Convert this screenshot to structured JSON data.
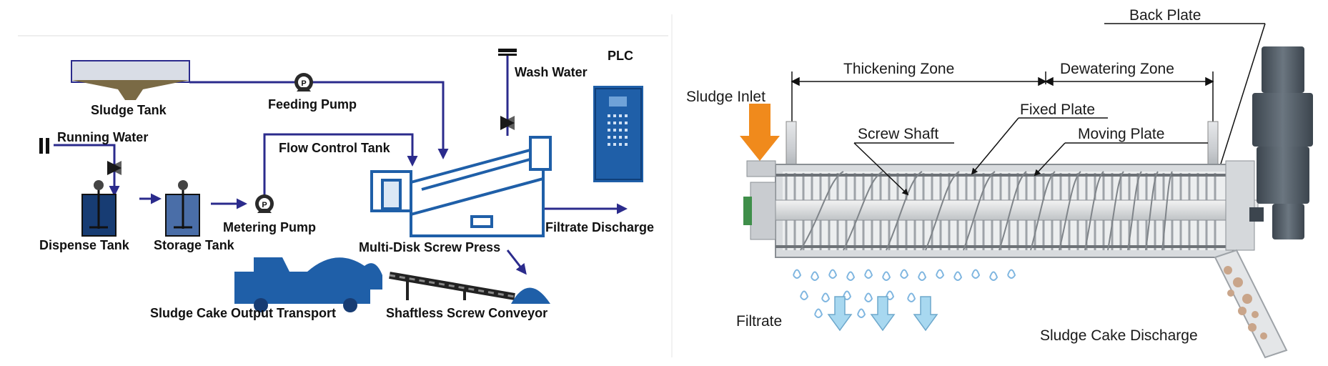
{
  "left_diagram": {
    "labels": {
      "sludge_tank": "Sludge Tank",
      "feeding_pump": "Feeding Pump",
      "wash_water": "Wash Water",
      "plc": "PLC",
      "running_water": "Running Water",
      "flow_control_tank": "Flow Control Tank",
      "dispense_tank": "Dispense Tank",
      "storage_tank": "Storage Tank",
      "metering_pump": "Metering Pump",
      "filtrate_discharge": "Filtrate Discharge",
      "multi_disk_screw_press": "Multi-Disk Screw Press",
      "sludge_cake_output_transport": "Sludge Cake Output Transport",
      "shaftless_screw_conveyor": "Shaftless Screw Conveyor"
    },
    "pump_symbol": "P",
    "colors": {
      "pipe": "#2b2b8c",
      "equipment": "#1f5fa8",
      "sludge": "#7a6a45"
    }
  },
  "right_diagram": {
    "labels": {
      "back_plate": "Back Plate",
      "thickening_zone": "Thickening Zone",
      "dewatering_zone": "Dewatering Zone",
      "sludge_inlet": "Sludge Inlet",
      "fixed_plate": "Fixed Plate",
      "screw_shaft": "Screw Shaft",
      "moving_plate": "Moving Plate",
      "filtrate": "Filtrate",
      "sludge_cake_discharge": "Sludge Cake Discharge"
    },
    "colors": {
      "inlet_arrow": "#f08a1c",
      "filtrate_arrow": "#a8d8f0",
      "motor": "#4a5560"
    }
  }
}
